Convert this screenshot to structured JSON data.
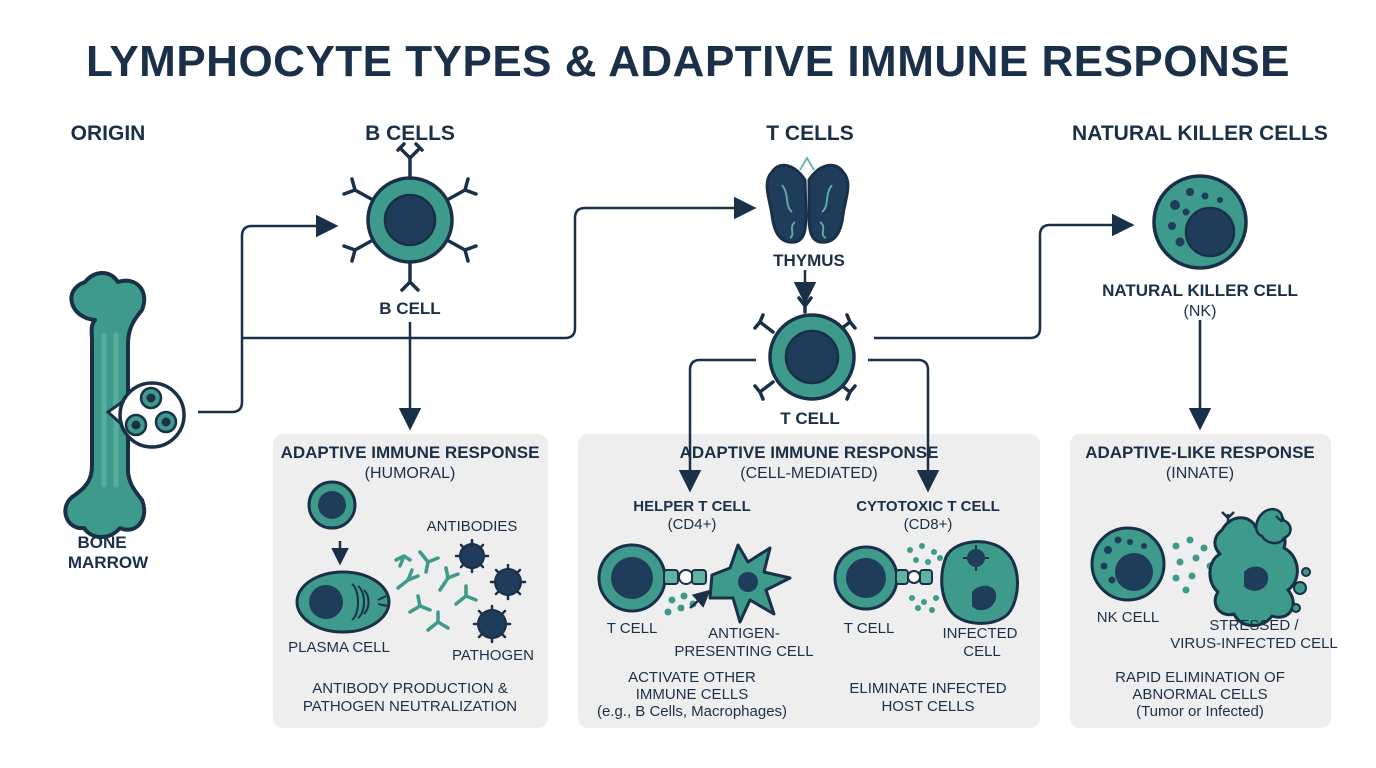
{
  "title": "LYMPHOCYTE TYPES & ADAPTIVE IMMUNE RESPONSE",
  "columns": {
    "origin": "ORIGIN",
    "b_cells": "B CELLS",
    "t_cells": "T CELLS",
    "nk_cells": "NATURAL KILLER CELLS"
  },
  "origin": {
    "line1": "BONE",
    "line2": "MARROW"
  },
  "b_cell_label": "B CELL",
  "thymus_label": "THYMUS",
  "t_cell_label": "T CELL",
  "nk": {
    "line1": "NATURAL KILLER CELL",
    "line2": "(NK)"
  },
  "humoral": {
    "heading": "ADAPTIVE IMMUNE RESPONSE",
    "sub": "(HUMORAL)",
    "antibodies": "ANTIBODIES",
    "plasma": "PLASMA CELL",
    "pathogen": "PATHOGEN",
    "desc1": "ANTIBODY PRODUCTION &",
    "desc2": "PATHOGEN NEUTRALIZATION"
  },
  "cell_mediated": {
    "heading": "ADAPTIVE IMMUNE RESPONSE",
    "sub": "(CELL-MEDIATED)",
    "helper": {
      "title": "HELPER T CELL",
      "sub": "(CD4+)",
      "tcell": "T CELL",
      "apc1": "ANTIGEN-",
      "apc2": "PRESENTING CELL",
      "desc1": "ACTIVATE OTHER",
      "desc2": "IMMUNE CELLS",
      "desc3": "(e.g., B Cells, Macrophages)"
    },
    "cytotoxic": {
      "title": "CYTOTOXIC T CELL",
      "sub": "(CD8+)",
      "tcell": "T CELL",
      "inf1": "INFECTED",
      "inf2": "CELL",
      "desc1": "ELIMINATE INFECTED",
      "desc2": "HOST CELLS"
    }
  },
  "innate": {
    "heading": "ADAPTIVE-LIKE RESPONSE",
    "sub": "(INNATE)",
    "nkcell": "NK CELL",
    "stressed1": "STRESSED /",
    "stressed2": "VIRUS-INFECTED CELL",
    "desc1": "RAPID ELIMINATION OF",
    "desc2": "ABNORMAL CELLS",
    "desc3": "(Tumor or Infected)"
  },
  "colors": {
    "navy": "#1a3048",
    "teal": "#3e9a8a",
    "teal_light": "#5fb3a3",
    "panel": "#eeeeee"
  }
}
